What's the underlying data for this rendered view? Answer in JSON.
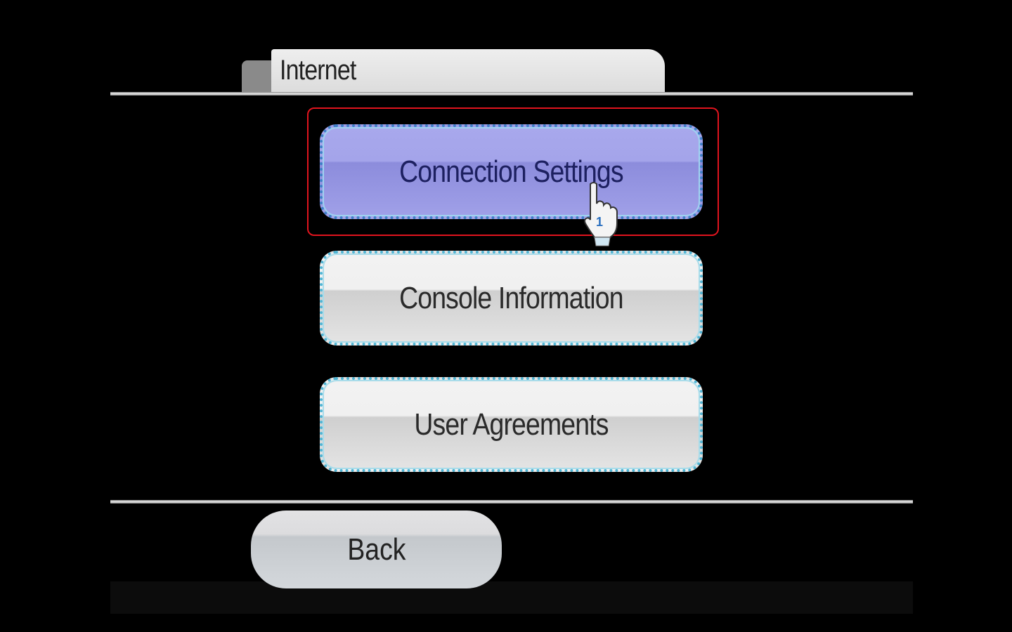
{
  "header": {
    "title": "Internet"
  },
  "menu": {
    "items": [
      {
        "label": "Connection Settings",
        "selected": true
      },
      {
        "label": "Console Information",
        "selected": false
      },
      {
        "label": "User Agreements",
        "selected": false
      }
    ]
  },
  "footer": {
    "back_label": "Back"
  },
  "cursor": {
    "player": "1"
  },
  "colors": {
    "highlight": "#e0141e",
    "selected_button": "#a0a0e8",
    "button_border": "#4fb4d4"
  }
}
